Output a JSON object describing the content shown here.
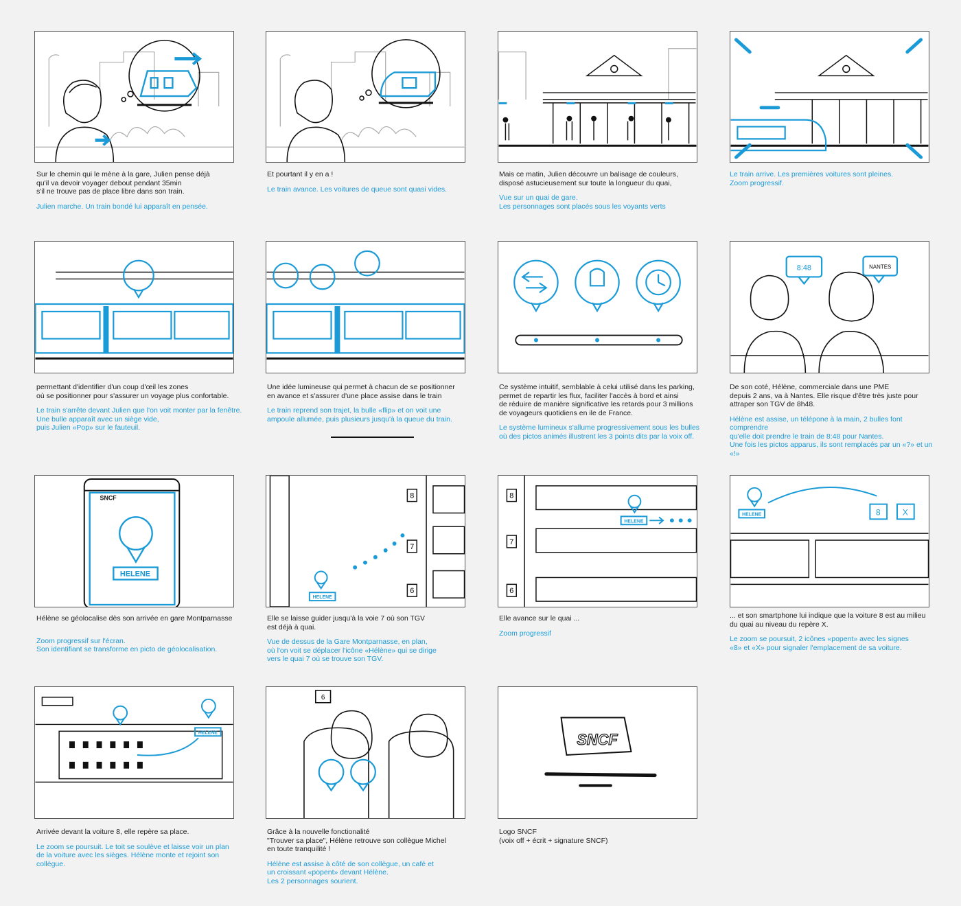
{
  "colors": {
    "accent": "#1a9bd7",
    "ink": "#111111",
    "sketch": "#999999",
    "page": "#f2f2f2"
  },
  "panels": [
    {
      "caption": "Sur le chemin qui le mène à la gare, Julien pense déjà\nqu'il va devoir voyager debout pendant 35min\ns'il ne trouve pas de place libre dans son train.",
      "note": "Julien marche. Un train bondé lui apparaît en pensée."
    },
    {
      "caption": "Et pourtant il y en a !",
      "note": "Le train avance. Les voitures de queue sont quasi vides."
    },
    {
      "caption": "Mais ce matin, Julien découvre un balisage de couleurs,\ndisposé astucieusement sur toute la longueur du quai,",
      "note": "Vue sur un quai de gare.\nLes personnages sont placés sous les voyants verts"
    },
    {
      "caption": "",
      "note": "Le train arrive. Les premières voitures sont pleines.\nZoom progressif."
    },
    {
      "caption": "permettant d'identifier d'un coup d'œil les zones\noù se positionner pour s'assurer un voyage plus confortable.",
      "note": "Le train s'arrête devant Julien que l'on voit monter par la fenêtre.\nUne bulle apparaît avec un siège vide,\npuis Julien «Pop» sur le fauteuil."
    },
    {
      "caption": "Une idée lumineuse qui permet à chacun de se positionner\nen avance et s'assurer d'une place assise dans le train",
      "note": "Le train reprend son trajet, la bulle «flip» et on voit une\nampoule allumée, puis plusieurs jusqu'à la queue du train."
    },
    {
      "caption": "Ce système intuitif, semblable à celui utilisé dans les parking,\npermet de repartir les flux, faciliter l'accès à bord et ainsi\nde réduire de manière significative les retards pour 3 millions\nde voyageurs quotidiens en ile de France.",
      "note": "Le système lumineux s'allume progressivement sous les bulles\noù des pictos animés illustrent les 3 points dits par la voix off."
    },
    {
      "caption": "De son coté, Hélène, commerciale dans une PME\ndepuis 2 ans,  va à Nantes. Elle risque d'être très juste pour\nattraper son TGV de 8h48.",
      "note": "Hélène est assise, un télépone à la main, 2 bulles font comprendre\nqu'elle doit prendre le train de 8:48 pour Nantes.\nUne fois les pictos apparus, ils sont remplacés par un «?» et un «!»"
    },
    {
      "caption": "Hélène se géolocalise dès son arrivée en gare Montparnasse",
      "note": "Zoom progressif sur l'écran.\nSon identifiant se transforme en picto de géolocalisation."
    },
    {
      "caption": "Elle se laisse guider jusqu'à la voie 7 où son TGV\nest déjà à quai.",
      "note": "Vue de dessus de la Gare Montparnasse, en plan,\noù l'on voit se déplacer l'icône «Hélène» qui se dirige\nvers le quai 7 où se trouve son TGV."
    },
    {
      "caption": "Elle avance sur le quai ...",
      "note": "Zoom progressif"
    },
    {
      "caption": "... et son smartphone lui indique que la voiture 8 est au milieu\ndu quai au niveau du repère X.",
      "note": "Le zoom se poursuit, 2 icônes «popent» avec les signes\n«8» et «X» pour signaler l'emplacement de sa voiture."
    },
    {
      "caption": "Arrivée devant la voiture 8, elle repère sa place.",
      "note": "Le zoom se poursuit. Le toit se soulève et laisse voir un plan\nde la voiture avec les sièges. Hélène monte et rejoint son collègue."
    },
    {
      "caption": "Grâce à la nouvelle fonctionalité\n\"Trouver sa place\", Hélène retrouve son collègue Michel\nen toute tranquilité !",
      "note": "Hélène est assise à côté de son collègue, un café et\nun croissant «popent» devant Hélène.\n Les 2 personnages sourient."
    },
    {
      "caption": "Logo SNCF\n(voix off + écrit + signature SNCF)",
      "note": ""
    }
  ],
  "sketch_labels": {
    "helene": "HELENE",
    "nantes": "NANTES",
    "time": "8:48",
    "sncf": "SNCF",
    "track6": "6",
    "track7": "7",
    "track8": "8",
    "x": "X"
  }
}
